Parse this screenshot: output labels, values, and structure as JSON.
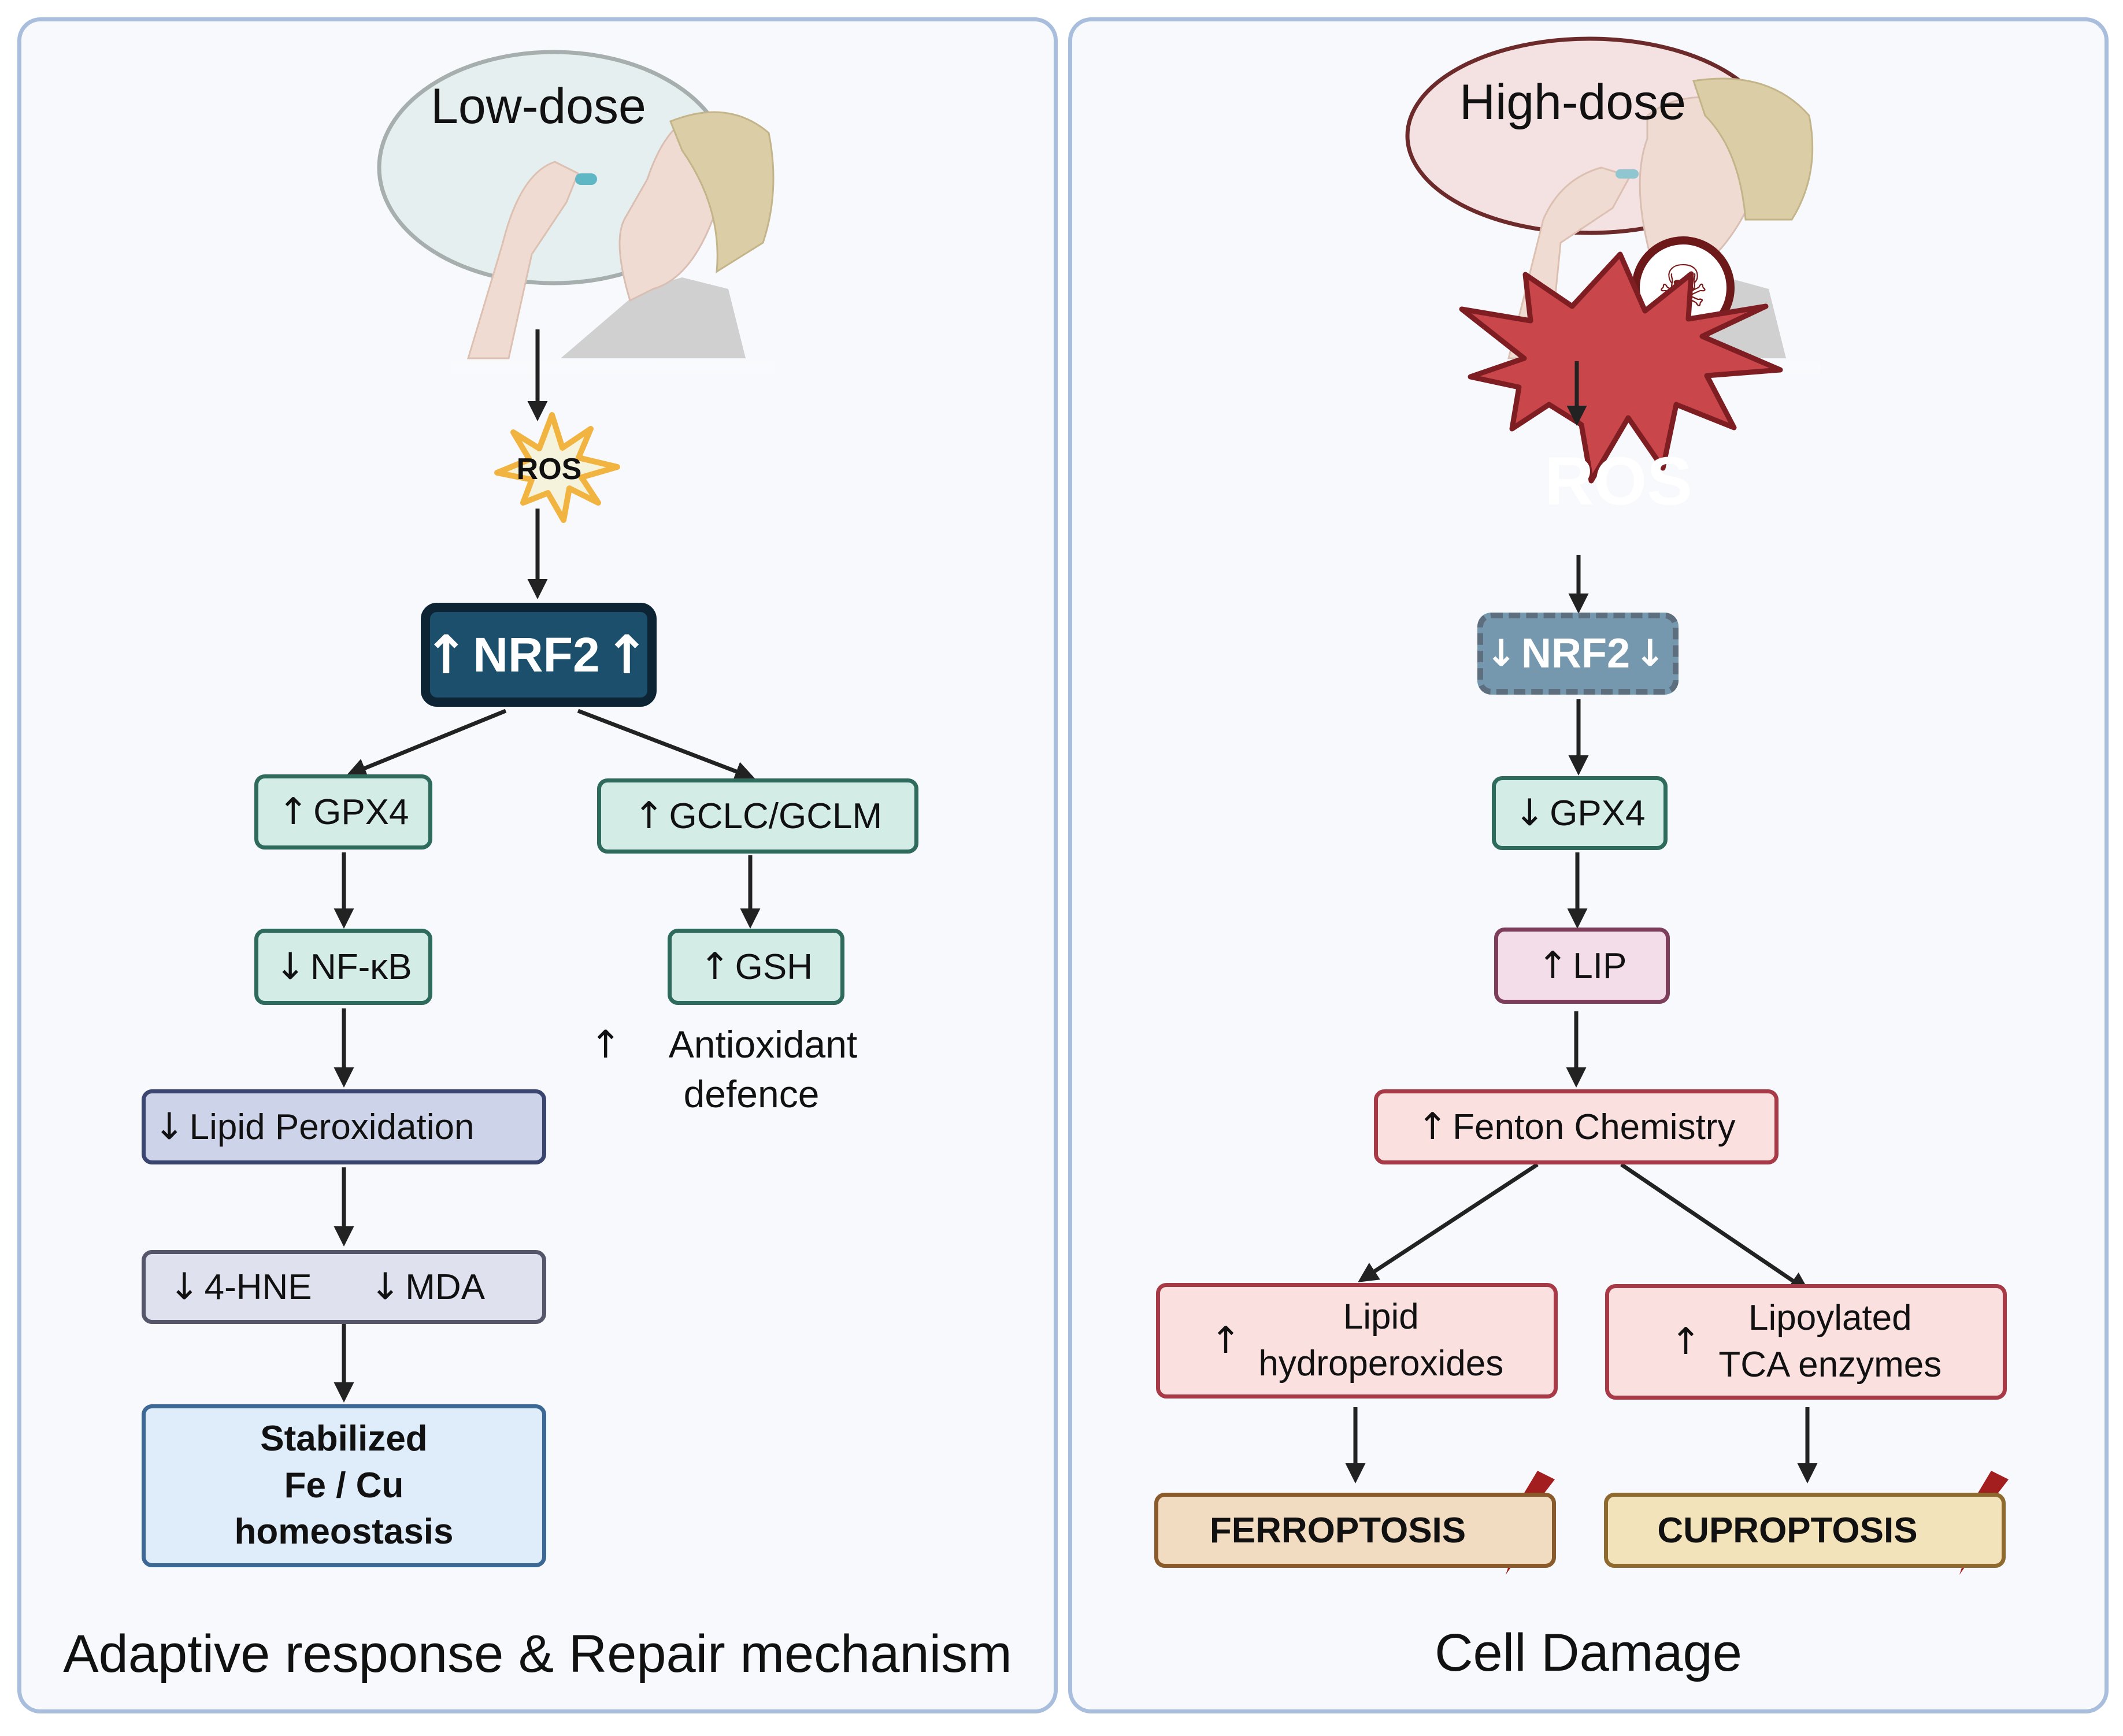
{
  "left_panel": {
    "dose_label": "Low-dose",
    "ros_label": "ROS",
    "nrf2": {
      "label": "NRF2",
      "direction": "up"
    },
    "gpx4": {
      "label": "GPX4",
      "direction": "up"
    },
    "gclc": {
      "label": "GCLC/GCLM",
      "direction": "up"
    },
    "nfkb": {
      "label": "NF-κB",
      "direction": "down"
    },
    "gsh": {
      "label": "GSH",
      "direction": "up"
    },
    "antioxidant": {
      "line1": "Antioxidant",
      "line2": "defence",
      "direction": "up"
    },
    "lipid_perox": {
      "label": "Lipid Peroxidation",
      "direction": "down"
    },
    "hne": {
      "label": "4-HNE",
      "direction": "down"
    },
    "mda": {
      "label": "MDA",
      "direction": "down"
    },
    "homeostasis": {
      "line1": "Stabilized",
      "line2": "Fe / Cu",
      "line3": "homeostasis"
    },
    "caption": "Adaptive response & Repair mechanism"
  },
  "right_panel": {
    "dose_label": "High-dose",
    "ros_label": "ROS",
    "nrf2": {
      "label": "NRF2",
      "direction": "down"
    },
    "gpx4": {
      "label": "GPX4",
      "direction": "down"
    },
    "lip": {
      "label": "LIP",
      "direction": "up"
    },
    "fenton": {
      "label": "Fenton Chemistry",
      "direction": "up"
    },
    "lipid_hp": {
      "line1": "Lipid",
      "line2": "hydroperoxides",
      "direction": "up"
    },
    "tca": {
      "line1": "Lipoylated",
      "line2": "TCA enzymes",
      "direction": "up"
    },
    "ferroptosis": "FERROPTOSIS",
    "cuproptosis": "CUPROPTOSIS",
    "caption": "Cell Damage"
  },
  "glyphs": {
    "up": "↑",
    "down": "↓"
  },
  "colors": {
    "panel_border": "#a9bddc",
    "nrf2_up": "#1b4f6c",
    "nrf2_down": "#7598ae",
    "ros_low": "#f2b441",
    "ros_high": "#c9474b",
    "bolt": "#a31f1f"
  }
}
